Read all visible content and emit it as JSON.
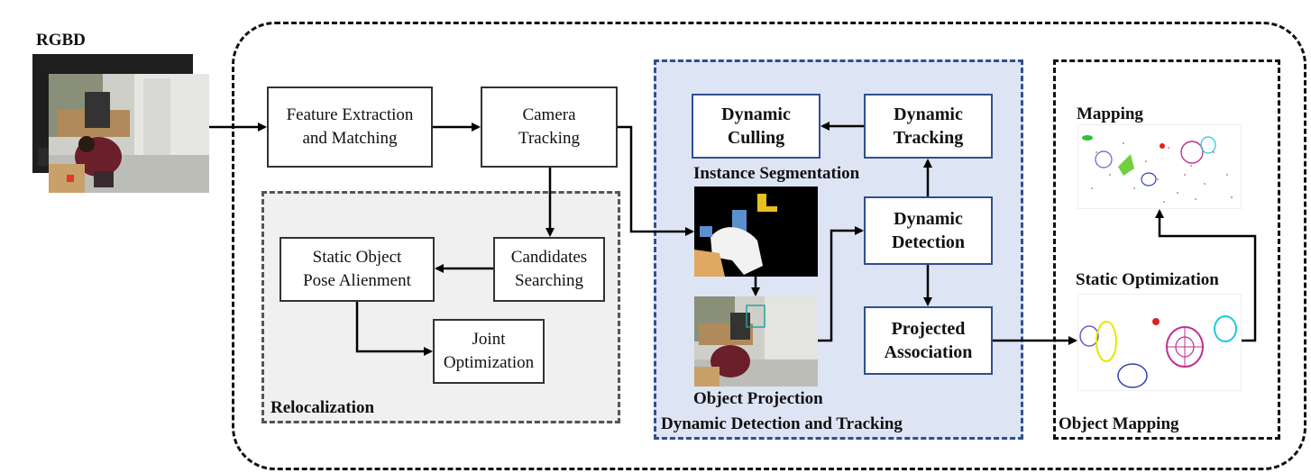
{
  "inputs": {
    "rgbd_label": "RGBD"
  },
  "boxes": {
    "feature": "Feature Extraction\nand Matching",
    "camera": "Camera\nTracking",
    "static_pose": "Static Object\nPose Alienment",
    "candidates": "Candidates\nSearching",
    "joint": "Joint\nOptimization",
    "dyn_culling": "Dynamic\nCulling",
    "dyn_tracking": "Dynamic\nTracking",
    "dyn_detection": "Dynamic\nDetection",
    "projected": "Projected\nAssociation"
  },
  "groups": {
    "relocalization": "Relocalization",
    "dynamic": "Dynamic Detection and Tracking",
    "object_mapping": "Object Mapping"
  },
  "labels": {
    "instance_seg": "Instance Segmentation",
    "object_proj": "Object Projection",
    "mapping": "Mapping",
    "static_opt": "Static Optimization"
  },
  "colors": {
    "dynamic_bg": "#dde4f4",
    "dynamic_border": "#2f4f8f",
    "reloc_bg": "#f0f0f0",
    "ellipse_purple": "#6a5acd",
    "ellipse_yellow": "#e6e600",
    "ellipse_blue": "#3340b0",
    "ellipse_magenta": "#c03090",
    "ellipse_cyan": "#20c8d8",
    "dot_red": "#e02020",
    "dot_green": "#30c030"
  }
}
